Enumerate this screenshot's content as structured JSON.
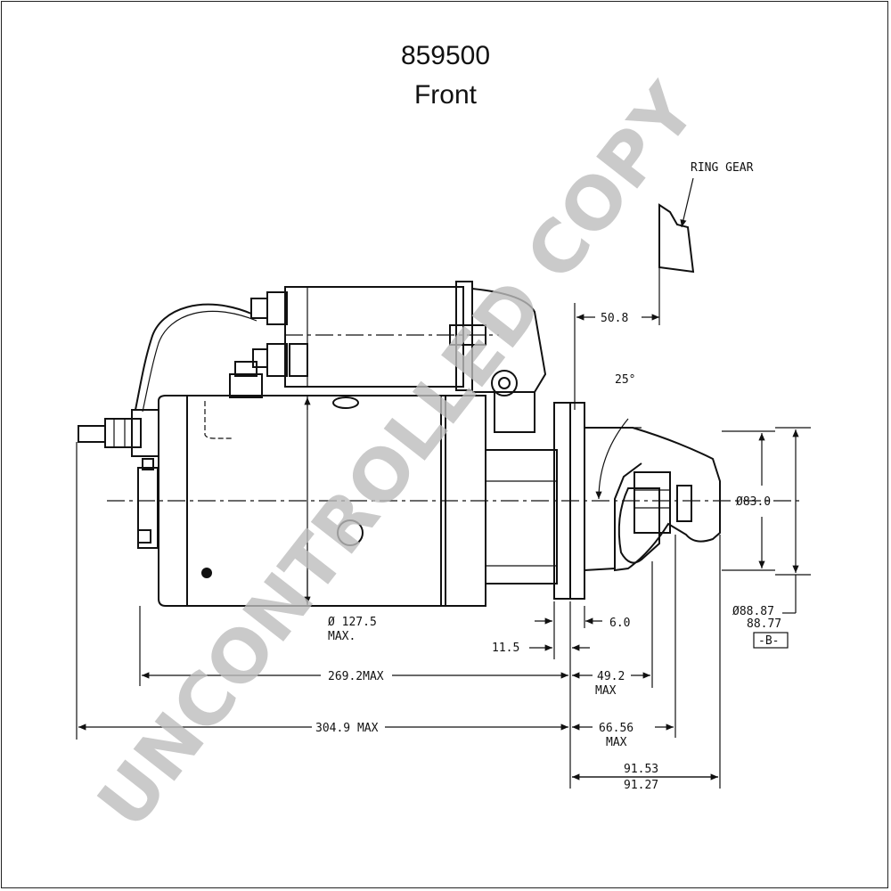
{
  "header": {
    "part_number": "859500",
    "view": "Front"
  },
  "labels": {
    "ring_gear": "RING GEAR",
    "angle": "25°",
    "dim_50_8": "50.8",
    "dim_83_0": "Ø83.0",
    "dim_127_5": "Ø 127.5",
    "dim_127_5_max": "MAX.",
    "dim_6_0": "6.0",
    "dim_11_5": "11.5",
    "dim_88_87": "Ø88.87",
    "dim_88_77": "88.77",
    "datum_b": "-B-",
    "dim_269_2": "269.2MAX",
    "dim_49_2": "49.2",
    "dim_49_2_max": "MAX",
    "dim_304_9": "304.9 MAX",
    "dim_66_56": "66.56",
    "dim_66_56_max": "MAX",
    "dim_91_53": "91.53",
    "dim_91_27": "91.27"
  },
  "watermark": "UNCONTROLLED COPY"
}
